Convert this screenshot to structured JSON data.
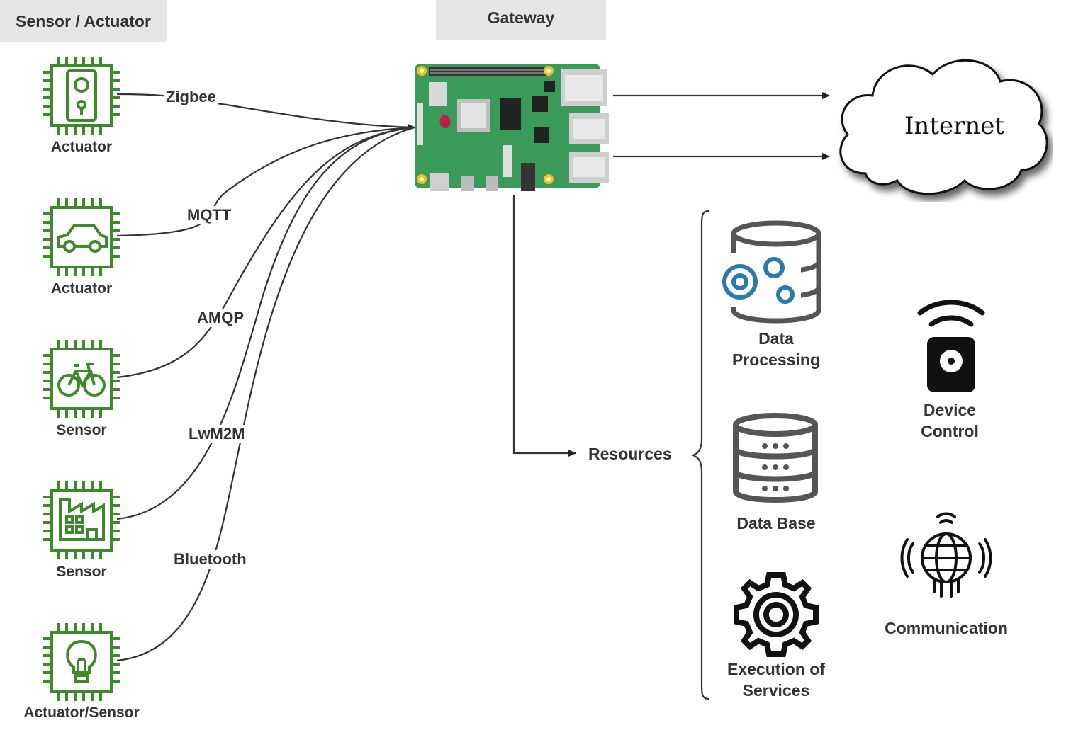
{
  "headers": {
    "left": "Sensor / Actuator",
    "center": "Gateway"
  },
  "devices": [
    {
      "label": "Actuator",
      "icon": "door-lock-icon"
    },
    {
      "label": "Actuator",
      "icon": "car-icon"
    },
    {
      "label": "Sensor",
      "icon": "bicycle-icon"
    },
    {
      "label": "Sensor",
      "icon": "factory-icon"
    },
    {
      "label": "Actuator/Sensor",
      "icon": "lightbulb-icon"
    }
  ],
  "protocols": [
    "Zigbee",
    "MQTT",
    "AMQP",
    "LwM2M",
    "Bluetooth"
  ],
  "internet": "Internet",
  "resources_label": "Resources",
  "resources": {
    "data_processing": [
      "Data",
      "Processing"
    ],
    "data_base": "Data Base",
    "execution": [
      "Execution of",
      "Services"
    ],
    "device_control": [
      "Device",
      "Control"
    ],
    "communication": "Communication"
  },
  "colors": {
    "chip_green": "#3d8a2a",
    "board_green": "#3a9a5a",
    "gear_blue": "#2a7ab0"
  }
}
